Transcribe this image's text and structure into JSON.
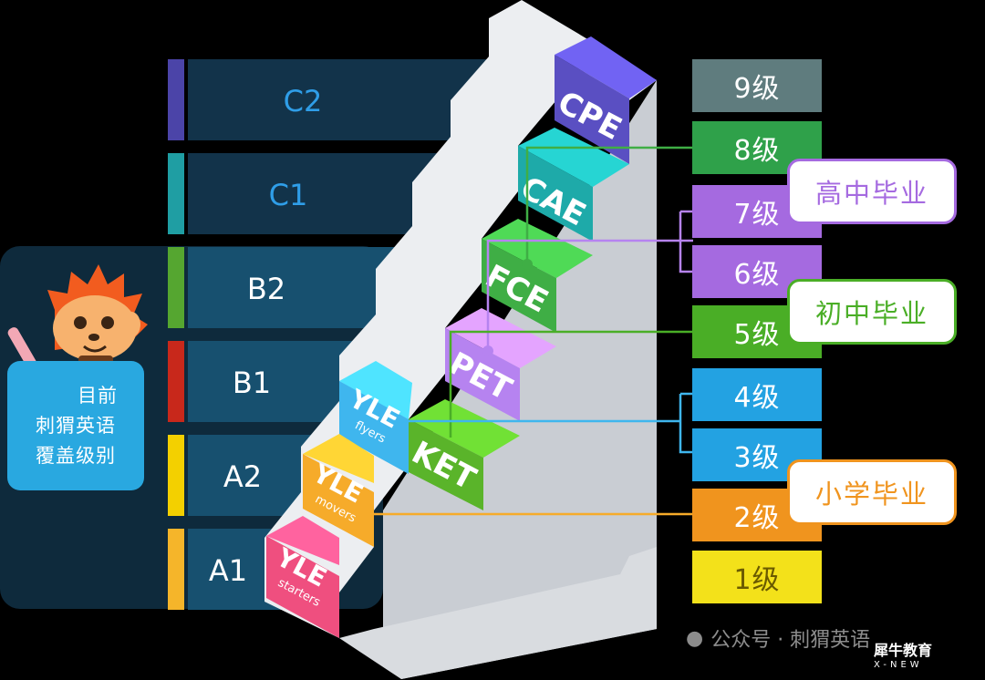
{
  "cefr_levels": [
    "C2",
    "C1",
    "B2",
    "B1",
    "A2",
    "A1"
  ],
  "colors": {
    "c2": "#4b44a8",
    "c1": "#1f9ea3",
    "b2": "#55a630",
    "b1": "#c8281b",
    "a2": "#f3d000",
    "a1": "#f5b52a",
    "cpe": "#5a4fc2",
    "cae": "#1eaaa9",
    "fce": "#3fae45",
    "pet": "#b683f0",
    "ket": "#5ab42a",
    "flyers": "#3fb6ee",
    "movers": "#f6ab2a",
    "starters": "#ef4f7f"
  },
  "exams": [
    {
      "label": "CPE",
      "sub": ""
    },
    {
      "label": "CAE",
      "sub": ""
    },
    {
      "label": "FCE",
      "sub": ""
    },
    {
      "label": "PET",
      "sub": ""
    },
    {
      "label": "KET",
      "sub": ""
    },
    {
      "label": "YLE",
      "sub": "flyers"
    },
    {
      "label": "YLE",
      "sub": "movers"
    },
    {
      "label": "YLE",
      "sub": "starters"
    }
  ],
  "mascot_text": [
    "目前",
    "刺猬英语",
    "覆盖级别"
  ],
  "grades": [
    {
      "label": "9级",
      "color": "#5f7c7e"
    },
    {
      "label": "8级",
      "color": "#2fa14a"
    },
    {
      "label": "7级",
      "color": "#a56ae0"
    },
    {
      "label": "6级",
      "color": "#a56ae0"
    },
    {
      "label": "5级",
      "color": "#4aae26"
    },
    {
      "label": "4级",
      "color": "#23a2e2"
    },
    {
      "label": "3级",
      "color": "#23a2e2"
    },
    {
      "label": "2级",
      "color": "#f0941e"
    },
    {
      "label": "1级",
      "color": "#f3e11a"
    }
  ],
  "callouts": [
    {
      "label": "高中毕业",
      "color": "#a56ae0"
    },
    {
      "label": "初中毕业",
      "color": "#4aae26"
    },
    {
      "label": "小学毕业",
      "color": "#f0941e"
    }
  ],
  "watermark": {
    "text": "公众号 · 刺猬英语",
    "logo": "犀牛教育",
    "logo_sub": "X-NEW"
  }
}
